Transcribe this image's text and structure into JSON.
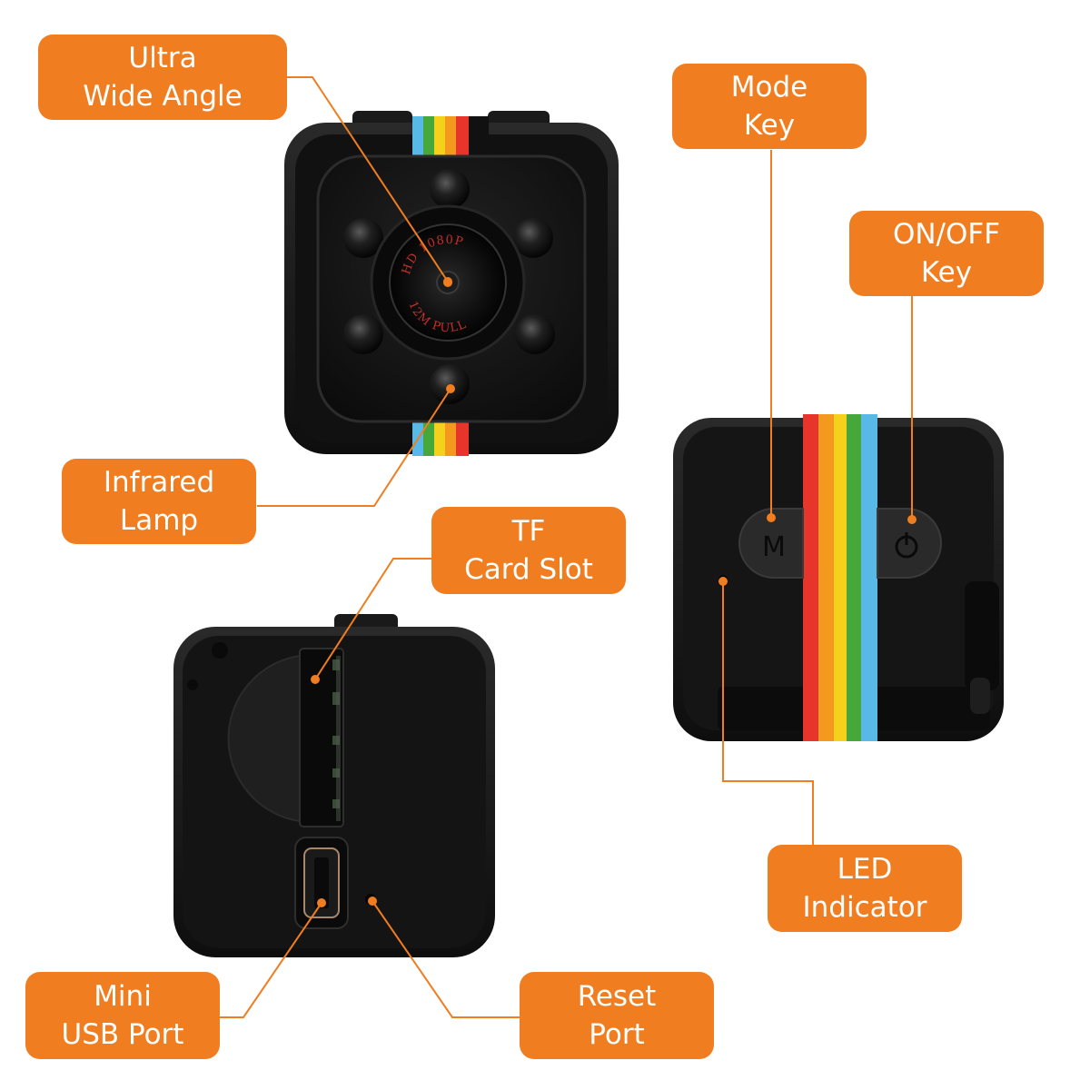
{
  "colors": {
    "callout_fill": "#f07d1f",
    "leader_line": "#f07d1f",
    "camera_body": "#141414",
    "background": "#ffffff",
    "strap_stripes": [
      "#e8352b",
      "#f39a1e",
      "#f5d11c",
      "#46a83a",
      "#58b8e6"
    ]
  },
  "lens_text": [
    "HD 1080P",
    "12M PULL"
  ],
  "mode_key_glyph": "M",
  "callouts": {
    "ultra_wide_angle": [
      "Ultra",
      "Wide Angle"
    ],
    "infrared_lamp": [
      "Infrared",
      "Lamp"
    ],
    "mode_key": [
      "Mode",
      "Key"
    ],
    "on_off_key": [
      "ON/OFF",
      "Key"
    ],
    "tf_card_slot": [
      "TF",
      "Card Slot"
    ],
    "led_indicator": [
      "LED",
      "Indicator"
    ],
    "mini_usb_port": [
      "Mini",
      "USB Port"
    ],
    "reset_port": [
      "Reset",
      "Port"
    ]
  }
}
